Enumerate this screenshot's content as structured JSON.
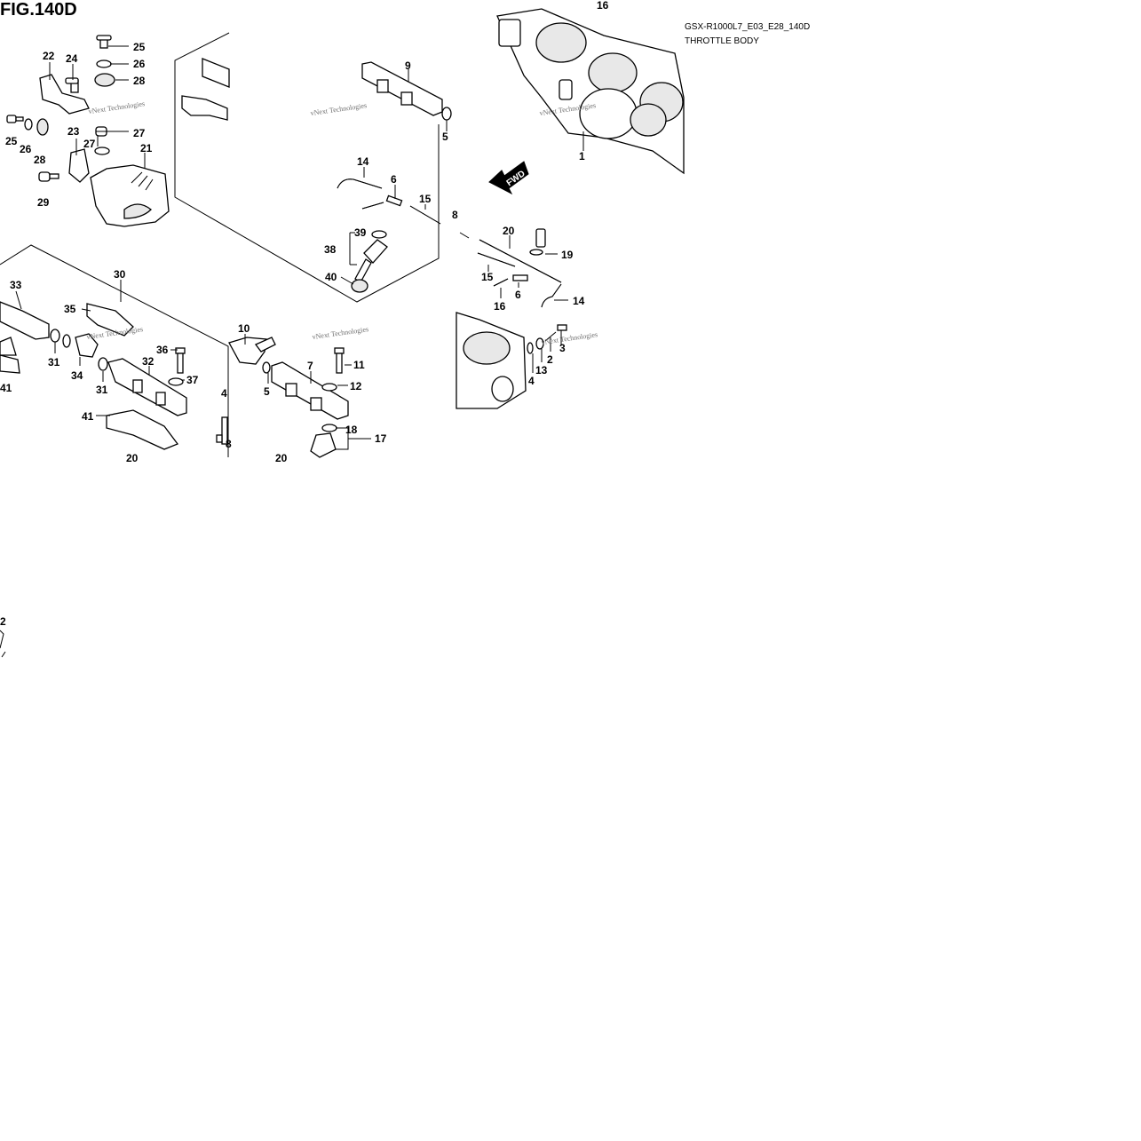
{
  "figure": {
    "title": "FIG.140D",
    "model_code": "GSX-R1000L7_E03_E28_140D",
    "section_name": "THROTTLE BODY",
    "direction_badge": "FWD",
    "watermark": "vNext Technologies"
  },
  "callouts": [
    {
      "id": "c1",
      "text": "25"
    },
    {
      "id": "c2",
      "text": "26"
    },
    {
      "id": "c3",
      "text": "22"
    },
    {
      "id": "c4",
      "text": "24"
    },
    {
      "id": "c5",
      "text": "28"
    },
    {
      "id": "c6",
      "text": "25"
    },
    {
      "id": "c7",
      "text": "26"
    },
    {
      "id": "c8",
      "text": "28"
    },
    {
      "id": "c9",
      "text": "23"
    },
    {
      "id": "c10",
      "text": "27"
    },
    {
      "id": "c11",
      "text": "27"
    },
    {
      "id": "c12",
      "text": "21"
    },
    {
      "id": "c13",
      "text": "29"
    },
    {
      "id": "c14",
      "text": "9"
    },
    {
      "id": "c15",
      "text": "5"
    },
    {
      "id": "c16",
      "text": "16"
    },
    {
      "id": "c17",
      "text": "1"
    },
    {
      "id": "c18",
      "text": "14"
    },
    {
      "id": "c19",
      "text": "6"
    },
    {
      "id": "c20",
      "text": "15"
    },
    {
      "id": "c21",
      "text": "39"
    },
    {
      "id": "c22",
      "text": "38"
    },
    {
      "id": "c23",
      "text": "40"
    },
    {
      "id": "c24",
      "text": "8"
    },
    {
      "id": "c25",
      "text": "20"
    },
    {
      "id": "c26",
      "text": "19"
    },
    {
      "id": "c27",
      "text": "15"
    },
    {
      "id": "c28",
      "text": "6"
    },
    {
      "id": "c29",
      "text": "16"
    },
    {
      "id": "c30",
      "text": "14"
    },
    {
      "id": "c31",
      "text": "30"
    },
    {
      "id": "c32",
      "text": "33"
    },
    {
      "id": "c33",
      "text": "35"
    },
    {
      "id": "c34",
      "text": "31"
    },
    {
      "id": "c35",
      "text": "34"
    },
    {
      "id": "c36",
      "text": "36"
    },
    {
      "id": "c37",
      "text": "32"
    },
    {
      "id": "c38",
      "text": "37"
    },
    {
      "id": "c39",
      "text": "31"
    },
    {
      "id": "c40",
      "text": "41"
    },
    {
      "id": "c41",
      "text": "41"
    },
    {
      "id": "c42",
      "text": "10"
    },
    {
      "id": "c43",
      "text": "5"
    },
    {
      "id": "c44",
      "text": "7"
    },
    {
      "id": "c45",
      "text": "11"
    },
    {
      "id": "c46",
      "text": "12"
    },
    {
      "id": "c47",
      "text": "4"
    },
    {
      "id": "c48",
      "text": "8"
    },
    {
      "id": "c49",
      "text": "18"
    },
    {
      "id": "c50",
      "text": "17"
    },
    {
      "id": "c51",
      "text": "20"
    },
    {
      "id": "c52",
      "text": "20"
    },
    {
      "id": "c53",
      "text": "3"
    },
    {
      "id": "c54",
      "text": "2"
    },
    {
      "id": "c55",
      "text": "4"
    },
    {
      "id": "c56",
      "text": "13"
    },
    {
      "id": "c57",
      "text": "2"
    }
  ]
}
